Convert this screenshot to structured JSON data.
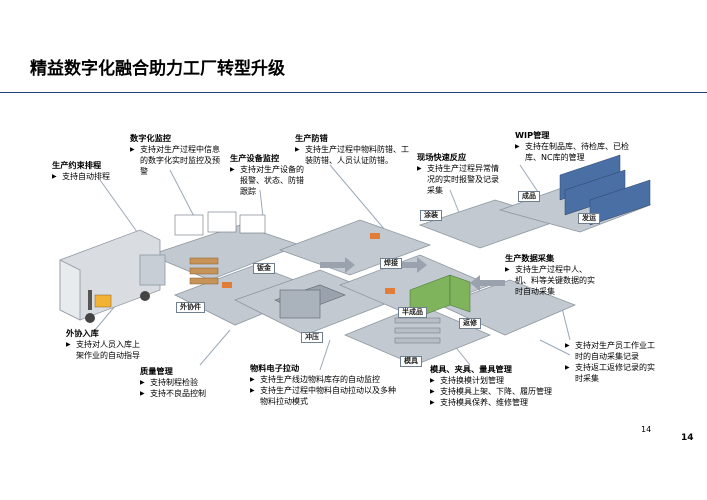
{
  "title": "精益数字化融合助力工厂转型升级",
  "callouts": {
    "schedule": {
      "heading": "生产约束排程",
      "items": [
        "支持自动排程"
      ]
    },
    "digital": {
      "heading": "数字化监控",
      "items": [
        "支持对生产过程中信息的数字化实时监控及预警"
      ]
    },
    "equip": {
      "heading": "生产设备监控",
      "items": [
        "支持对生产设备的报警、状态、防错跟踪"
      ]
    },
    "errorproof": {
      "heading": "生产防错",
      "items": [
        "支持生产过程中物料防错、工装防错、人员认证防错。"
      ]
    },
    "response": {
      "heading": "现场快速反应",
      "items": [
        "支持生产过程异常情况的实时报警及记录采集"
      ]
    },
    "wip": {
      "heading": "WIP管理",
      "items": [
        "支持在制品库、待检库、已检库、NC库的管理"
      ]
    },
    "datacollect": {
      "heading": "生产数据采集",
      "items": [
        "支持生产过程中人、机、料等关键数据的实时自动采集"
      ]
    },
    "inbound": {
      "heading": "外协入库",
      "items": [
        "支持对人员入库上架作业的自动指导"
      ]
    },
    "quality": {
      "heading": "质量管理",
      "items": [
        "支持制程检验",
        "支持不良品控制"
      ]
    },
    "pull": {
      "heading": "物料电子拉动",
      "items": [
        "支持生产线边物料库存的自动监控",
        "支持生产过程中物料自动拉动以及多种物料拉动模式"
      ]
    },
    "tooling": {
      "heading": "模具、夹具、量具管理",
      "items": [
        "支持换模计划管理",
        "支持模具上架、下降、履历管理",
        "支持模具保养、维修管理"
      ]
    },
    "staff": {
      "heading": "",
      "items": [
        "支持对生产员工作业工时的自动采集记录",
        "支持返工返修记录的实时采集"
      ]
    }
  },
  "area_labels": {
    "outsource": "外协件",
    "sheet": "钣金",
    "weld": "焊接",
    "paint": "涂装",
    "stamp": "冲压",
    "semi": "半成品",
    "repair": "返修",
    "mold": "模具",
    "finished": "成品",
    "ship": "发运"
  },
  "page_number_small": "14",
  "page_number_large": "14",
  "colors": {
    "rule": "#1f3d7a",
    "floor": "#b9c0c8",
    "floor_edge": "#8d96a0",
    "truck": "#d9dde2"
  }
}
